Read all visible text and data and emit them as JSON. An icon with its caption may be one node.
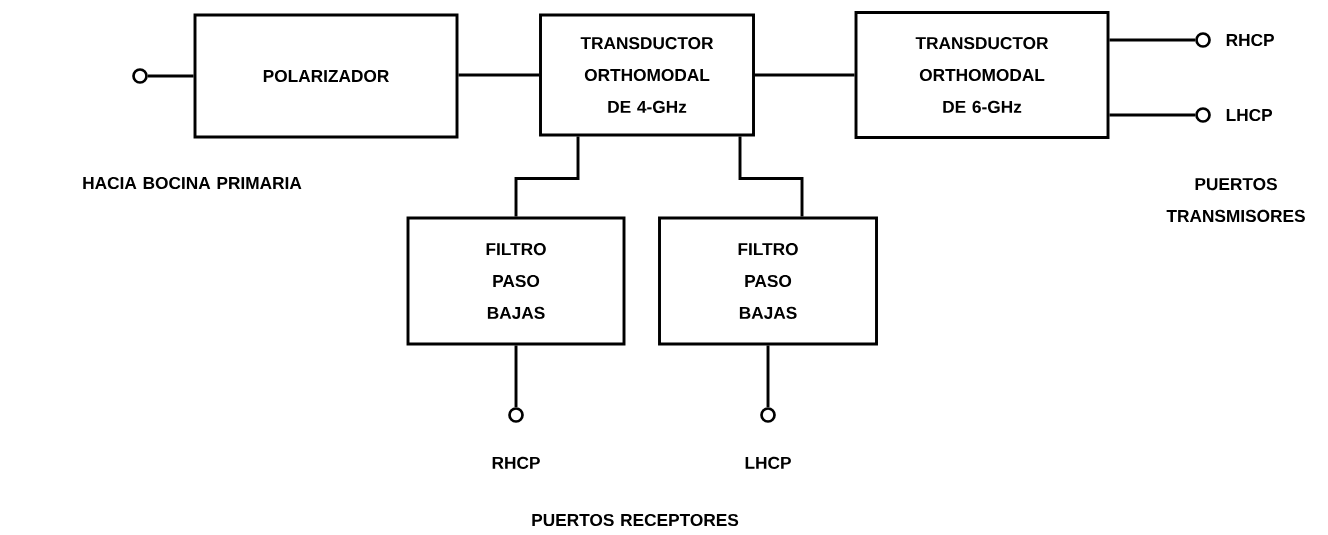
{
  "diagram": {
    "nodes": [
      {
        "text": [],
        "shape": "circle"
      },
      {
        "text": [
          "POLARIZADOR"
        ]
      },
      {
        "text": [
          "TRANSDUCTOR ORTHOMODAL DE 4-GHz"
        ]
      },
      {
        "text": [
          "TRANSDUCTOR ORTHOMODAL DE 6-GHz"
        ]
      },
      {
        "text": [],
        "shape": "circle",
        "beside": [
          "RHCP"
        ]
      },
      {
        "text": [],
        "shape": "circle",
        "beside": [
          "LHCP"
        ]
      },
      {
        "text": [
          "FILTRO PASO BAJAS"
        ]
      },
      {
        "text": [
          "FILTRO PASO BAJAS"
        ]
      },
      {
        "text": [],
        "shape": "circle",
        "beside": [
          "RHCP"
        ]
      },
      {
        "text": [],
        "shape": "circle",
        "beside": [
          "LHCP"
        ]
      }
    ],
    "edges": [
      {
        "from": 0,
        "to": 1,
        "arrow": "none"
      },
      {
        "from": 1,
        "to": 2,
        "arrow": "none"
      },
      {
        "from": 2,
        "to": 3,
        "arrow": "none"
      },
      {
        "from": 3,
        "to": 4,
        "arrow": "none"
      },
      {
        "from": 3,
        "to": 5,
        "arrow": "none"
      },
      {
        "from": 2,
        "to": 6,
        "arrow": "none"
      },
      {
        "from": 2,
        "to": 7,
        "arrow": "none"
      },
      {
        "from": 6,
        "to": 8,
        "arrow": "none"
      },
      {
        "from": 7,
        "to": 9,
        "arrow": "none"
      }
    ],
    "labels": [
      "HACIA BOCINA PRIMARIA",
      "PUERTOS TRANSMISORES",
      "PUERTOS RECEPTORES"
    ]
  }
}
